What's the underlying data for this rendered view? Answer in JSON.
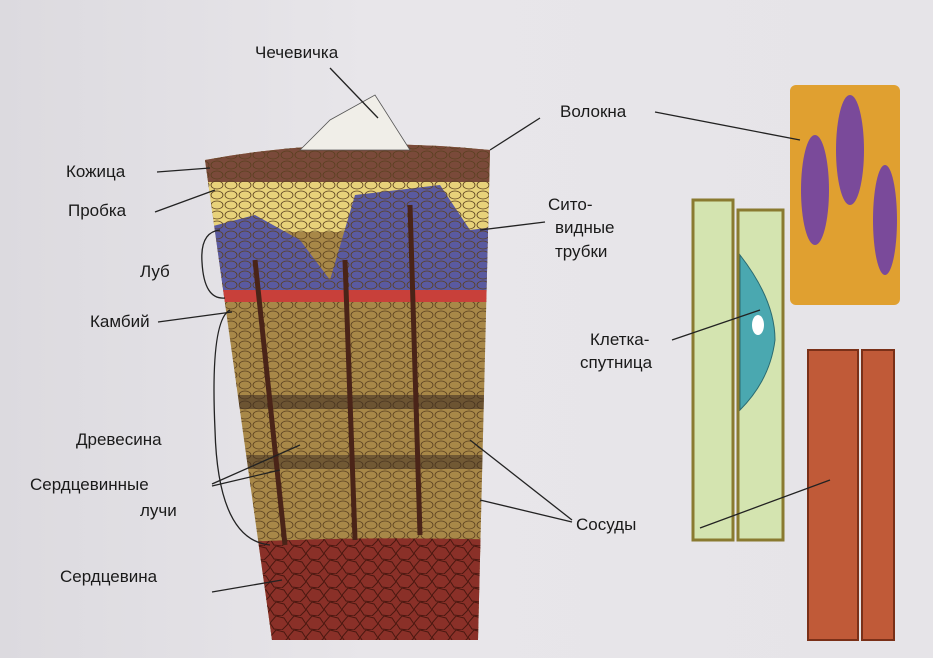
{
  "figure": {
    "labels": {
      "lenticel": "Чечевичка",
      "epidermis": "Кожица",
      "cork": "Пробка",
      "phloem": "Луб",
      "cambium": "Камбий",
      "wood": "Древесина",
      "rays_1": "Сердцевинные",
      "rays_2": "лучи",
      "pith": "Сердцевина",
      "fibers": "Волокна",
      "sieve_1": "Сито-",
      "sieve_2": "видные",
      "sieve_3": "трубки",
      "companion_1": "Клетка-",
      "companion_2": "спутница",
      "vessels": "Сосуды"
    },
    "colors": {
      "bark": "#7a4a3a",
      "cork": "#e8d27a",
      "phloem": "#5a5aa0",
      "cambium": "#c8403a",
      "wood": "#a88848",
      "pith": "#8a3028",
      "sieve": "#9cc07a",
      "companion": "#4aa8b0",
      "fiber": "#e0a030",
      "vessel": "#c05a38"
    }
  }
}
